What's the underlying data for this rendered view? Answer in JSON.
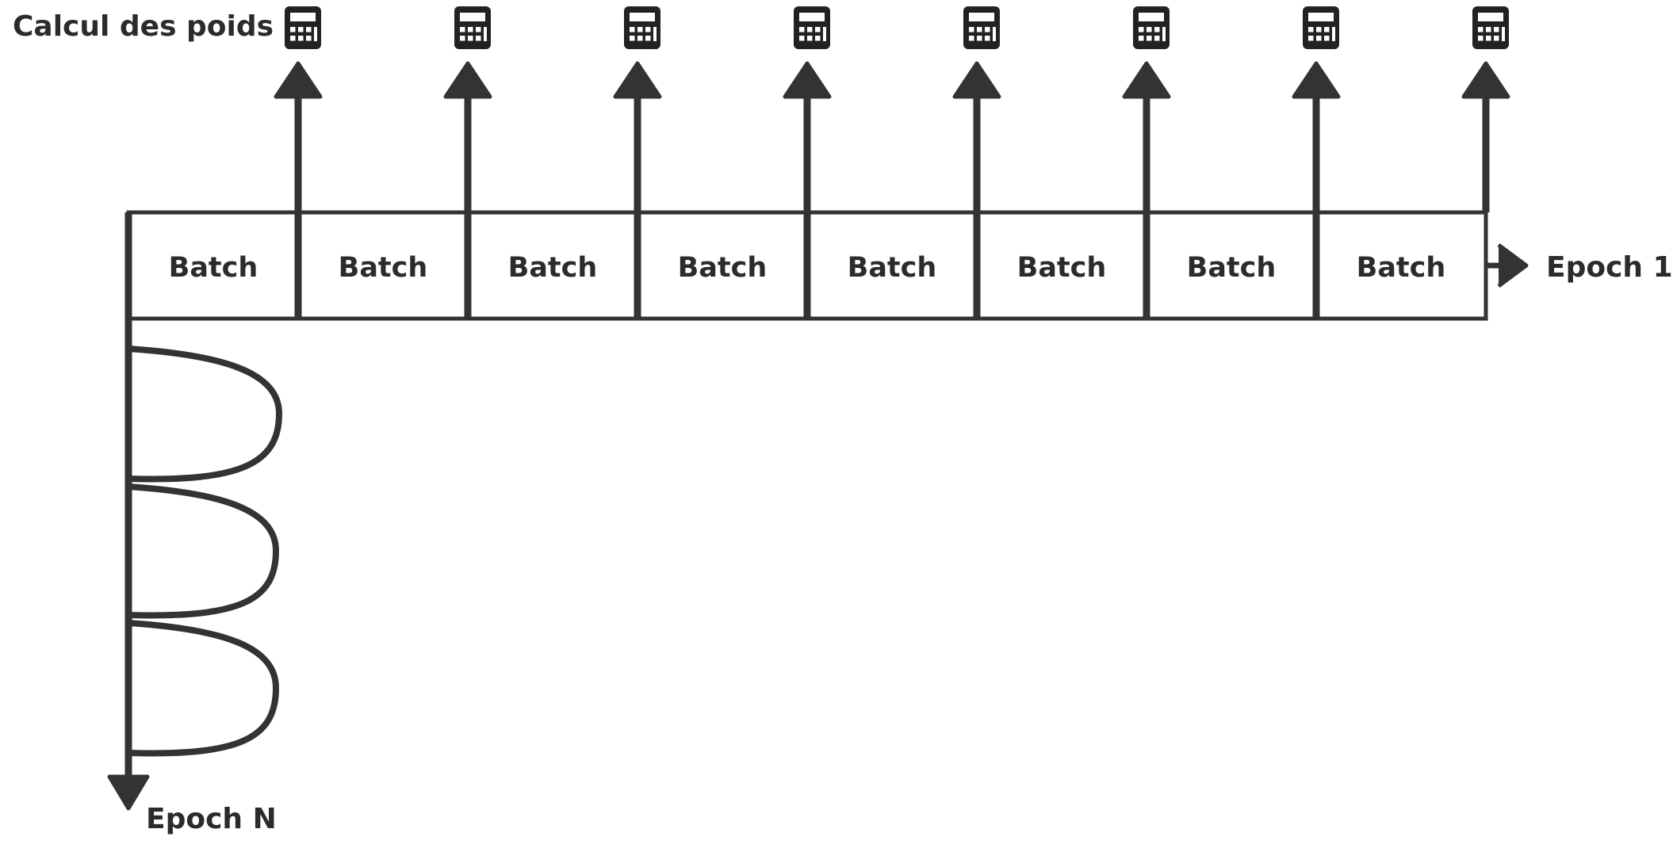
{
  "title": "Calcul des poids",
  "batch_label": "Batch",
  "batch_count": 8,
  "epoch_start_label": "Epoch 1",
  "epoch_end_label": "Epoch N",
  "loop_count": 3,
  "icons": {
    "weight_calc": "calculator-icon"
  },
  "colors": {
    "stroke": "#333333",
    "text": "#2b2b2b",
    "background": "#ffffff"
  }
}
